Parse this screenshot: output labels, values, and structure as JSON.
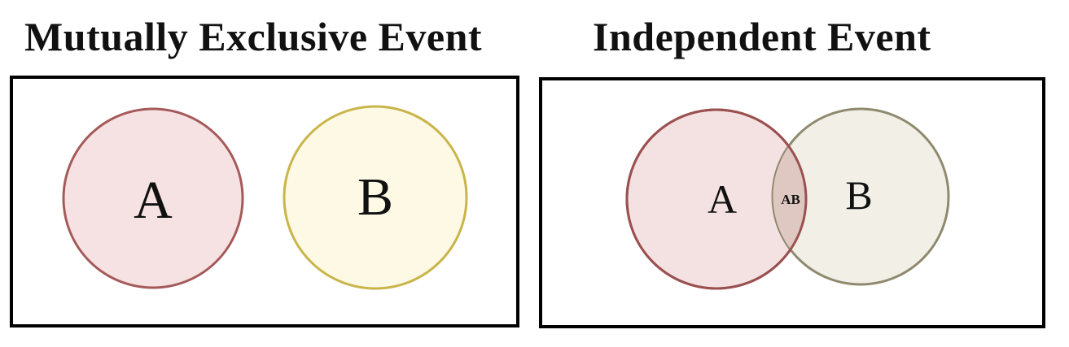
{
  "left_panel": {
    "title": "Mutually Exclusive Event",
    "circle_a": {
      "label": "A",
      "fill": "#f6e2e2",
      "stroke": "#a55a5a"
    },
    "circle_b": {
      "label": "B",
      "fill": "#fdf9e4",
      "stroke": "#c9b54a"
    }
  },
  "right_panel": {
    "title": "Independent Event",
    "circle_a": {
      "label": "A",
      "fill": "#f4e2e2",
      "stroke": "#9b5050"
    },
    "circle_b": {
      "label": "B",
      "fill": "#f1efe6",
      "stroke": "#8f8a6e"
    },
    "overlap": {
      "label": "AB",
      "fill": "#dfc8c2"
    }
  }
}
